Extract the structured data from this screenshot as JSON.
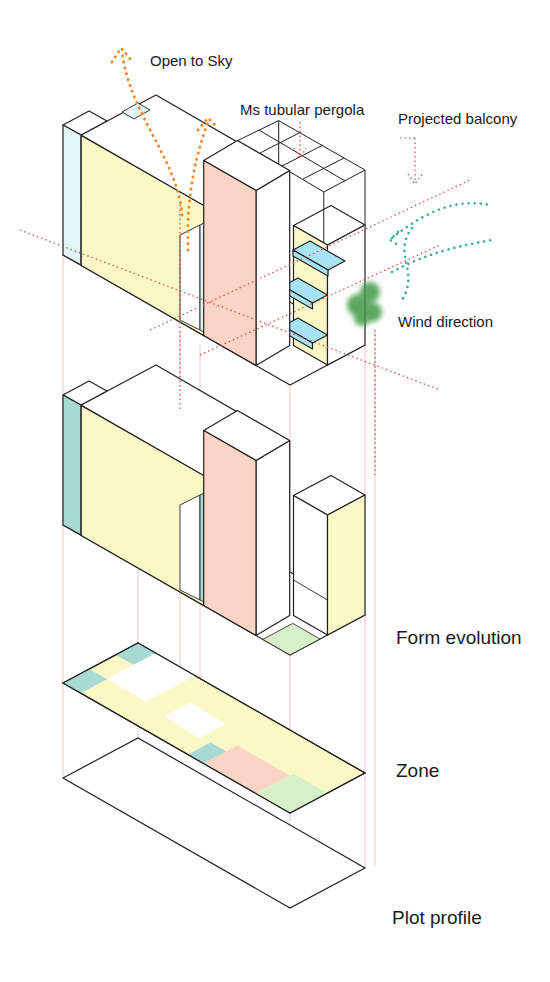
{
  "diagram": {
    "labels": [
      "Open to Sky",
      "Ms tubular pergola",
      "Projected balcony",
      "Wind direction",
      "Form evolution",
      "Zone",
      "Plot profile"
    ]
  }
}
